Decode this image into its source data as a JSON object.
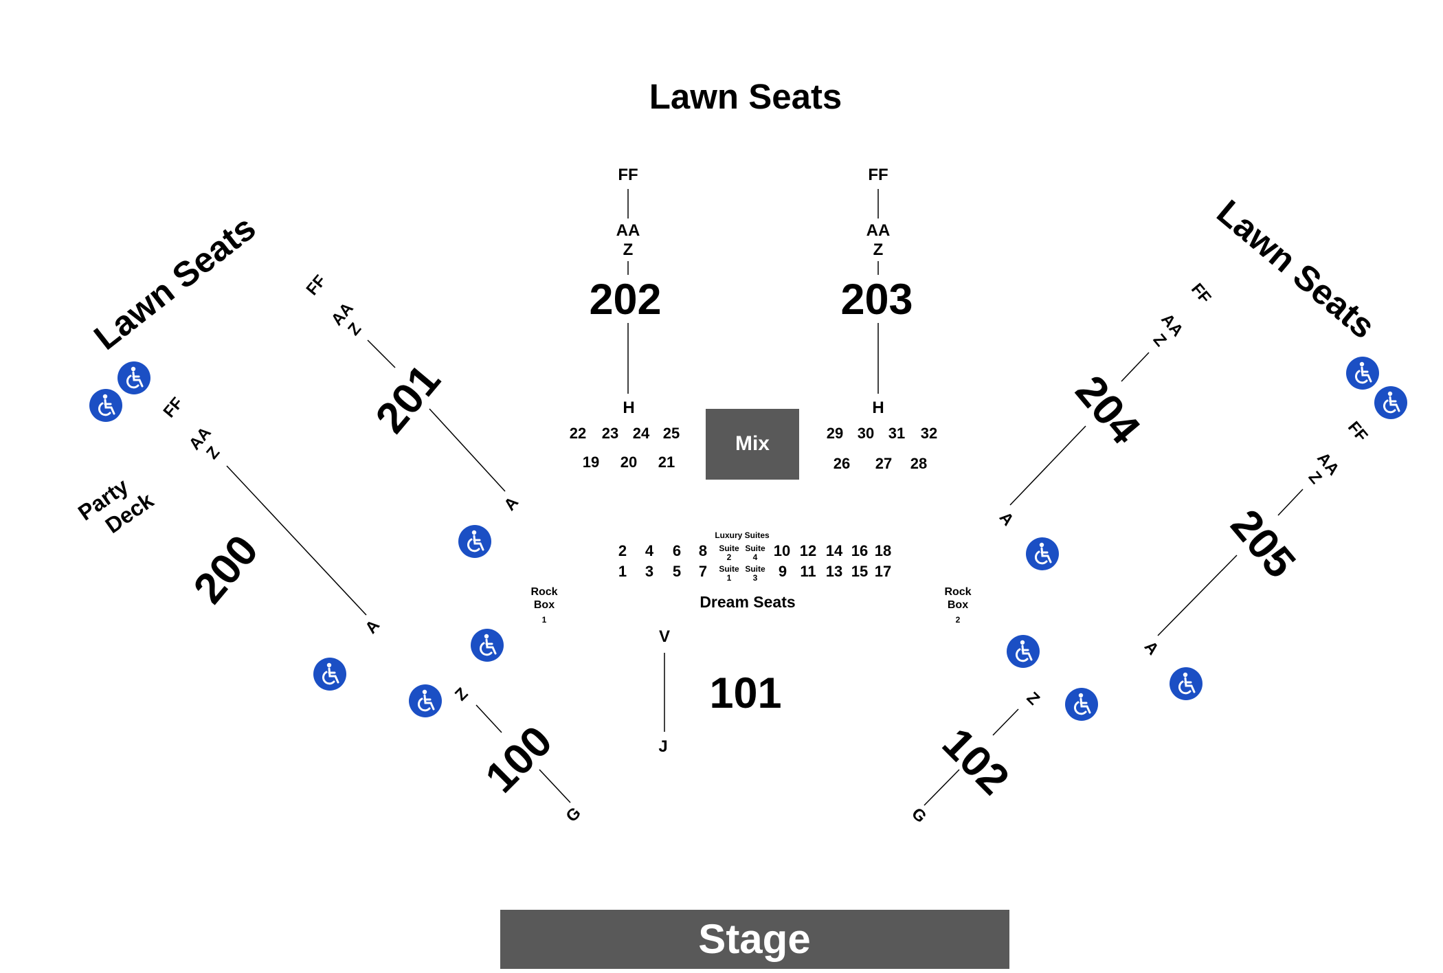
{
  "lawn_labels": {
    "top": "Lawn Seats",
    "left": "Lawn Seats",
    "right": "Lawn Seats"
  },
  "party_deck": {
    "line1": "Party",
    "line2": "Deck"
  },
  "sections": {
    "s100": "100",
    "s101": "101",
    "s102": "102",
    "s200": "200",
    "s201": "201",
    "s202": "202",
    "s203": "203",
    "s204": "204",
    "s205": "205"
  },
  "rows": {
    "s200": {
      "ff": "FF",
      "aa": "AA",
      "z": "Z",
      "a": "A"
    },
    "s201": {
      "ff": "FF",
      "aa": "AA",
      "z": "Z",
      "a": "A"
    },
    "s202": {
      "ff": "FF",
      "aa": "AA",
      "z": "Z",
      "h": "H"
    },
    "s203": {
      "ff": "FF",
      "aa": "AA",
      "z": "Z",
      "h": "H"
    },
    "s204": {
      "ff": "FF",
      "aa": "AA",
      "z": "Z",
      "a": "A"
    },
    "s205": {
      "ff": "FF",
      "aa": "AA",
      "z": "Z",
      "a": "A"
    },
    "s100": {
      "z": "Z",
      "g": "G"
    },
    "s101": {
      "v": "V",
      "j": "J"
    },
    "s102": {
      "z": "Z",
      "g": "G"
    }
  },
  "boxes_left_top": [
    "22",
    "23",
    "24",
    "25"
  ],
  "boxes_left_bottom": [
    "19",
    "20",
    "21"
  ],
  "boxes_right_top": [
    "29",
    "30",
    "31",
    "32"
  ],
  "boxes_right_bottom": [
    "26",
    "27",
    "28"
  ],
  "mix": "Mix",
  "luxury_suites": {
    "heading": "Luxury Suites",
    "suite_label": "Suite",
    "suite_nums": [
      "2",
      "4",
      "1",
      "3"
    ]
  },
  "dream_top_left": [
    "2",
    "4",
    "6",
    "8"
  ],
  "dream_top_right": [
    "10",
    "12",
    "14",
    "16",
    "18"
  ],
  "dream_bottom_left": [
    "1",
    "3",
    "5",
    "7"
  ],
  "dream_bottom_right": [
    "9",
    "11",
    "13",
    "15",
    "17"
  ],
  "dream_seats": "Dream Seats",
  "rock_box_1": {
    "line1": "Rock",
    "line2": "Box",
    "num": "1"
  },
  "rock_box_2": {
    "line1": "Rock",
    "line2": "Box",
    "num": "2"
  },
  "stage": "Stage",
  "colors": {
    "ada": "#1b4fc4",
    "stage": "#595959",
    "mix": "#595959"
  },
  "icon": "wheelchair-accessible-icon"
}
